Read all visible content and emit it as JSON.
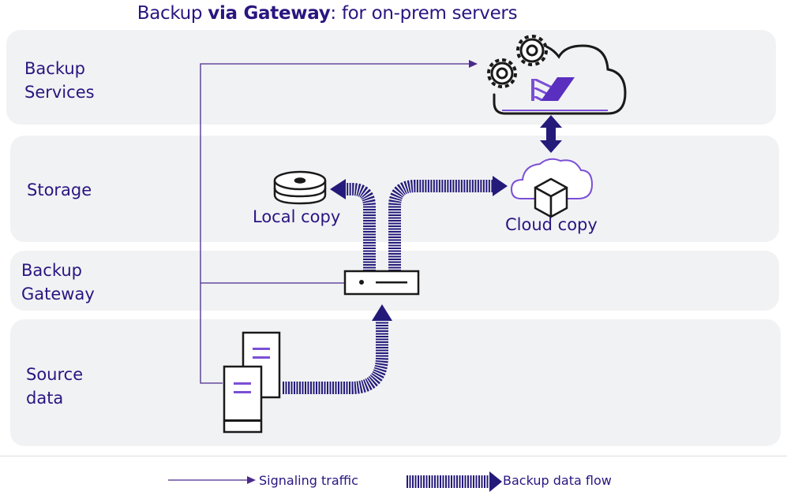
{
  "title": {
    "prefix": "Backup ",
    "emphasis": "via Gateway",
    "suffix": ": for on-prem servers"
  },
  "bands": {
    "services": "Backup\nServices",
    "storage": "Storage",
    "gateway": "Backup\nGateway",
    "source": "Source\ndata"
  },
  "nodes": {
    "local_copy": "Local copy",
    "cloud_copy": "Cloud copy"
  },
  "legend": {
    "signaling": "Signaling traffic",
    "backup_flow": "Backup data flow"
  },
  "colors": {
    "text": "#2a1580",
    "signal_line": "#4b2a8c",
    "flow_arrow": "#241a7a",
    "accent_purple": "#7b4fd6",
    "icon_dark": "#1a1a1a",
    "band_fill": "#f1f2f4"
  },
  "icons": {
    "cloud_service": "cloud-gears-logo-icon",
    "local_storage": "disk-icon",
    "cloud_storage": "cloud-box-icon",
    "gateway": "gateway-appliance-icon",
    "source_servers": "server-stack-icon"
  }
}
